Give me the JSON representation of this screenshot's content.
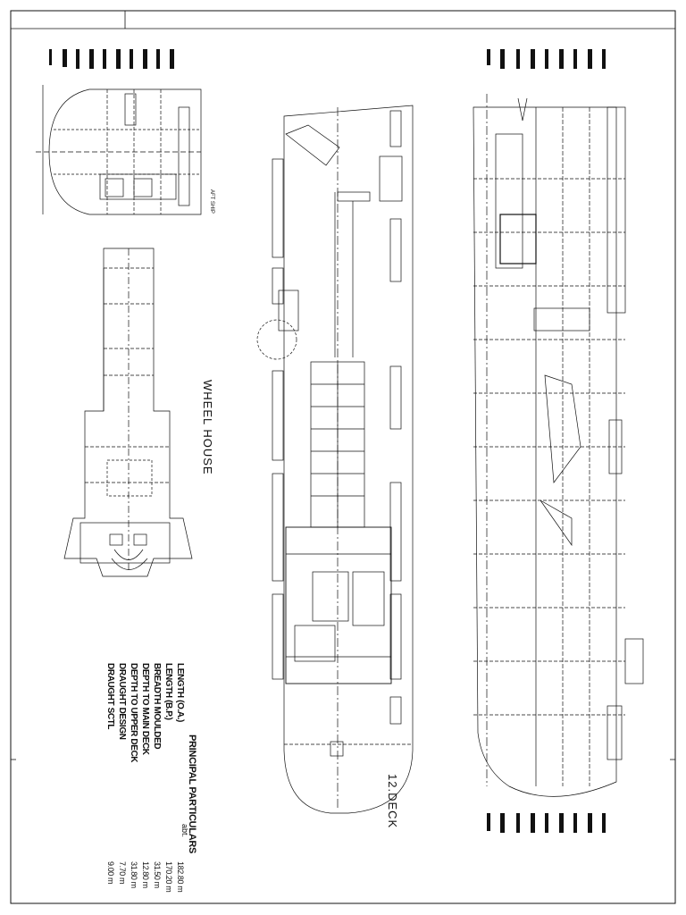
{
  "views": {
    "wheel_house": "WHEEL HOUSE",
    "deck": "12.DECK",
    "aft": "AFT SHIP"
  },
  "particulars": {
    "title": "PRINCIPAL PARTICULARS",
    "unit": "abt.",
    "rows": [
      {
        "label": "LENGTH (O.A.)",
        "value": "182.80 m"
      },
      {
        "label": "LENGTH (B.P.)",
        "value": "170.20 m"
      },
      {
        "label": "BREADTH MOULDED",
        "value": "31.50 m"
      },
      {
        "label": "DEPTH TO MAIN DECK",
        "value": "12.80 m"
      },
      {
        "label": "DEPTH TO UPPER DECK",
        "value": "31.80 m"
      },
      {
        "label": "DRAUGHT DESIGN",
        "value": "7.70 m"
      },
      {
        "label": "DRAUGHT SCTL",
        "value": "9.00 m"
      }
    ]
  },
  "colors": {
    "line": "#111111",
    "paper": "#ffffff"
  }
}
